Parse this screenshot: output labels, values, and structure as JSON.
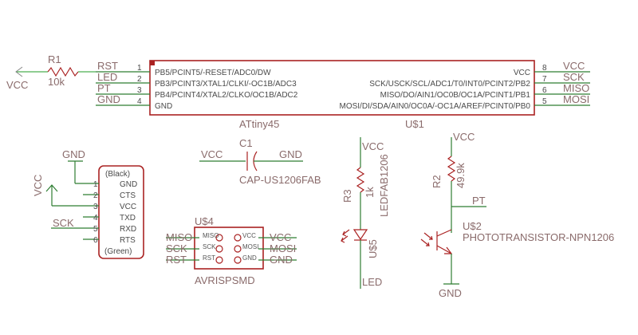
{
  "r1": {
    "name": "R1",
    "value": "10k",
    "supply": "VCC"
  },
  "attiny": {
    "name": "ATtiny45",
    "id": "U$1",
    "left_pins": [
      {
        "num": "1",
        "pin": "PB5/PCINT5/-RESET/ADC0/DW",
        "net": "RST"
      },
      {
        "num": "2",
        "pin": "PB3/PCINT3/XTAL1/CLKI/-OC1B/ADC3",
        "net": "LED"
      },
      {
        "num": "3",
        "pin": "PB4/PCINT4/XTAL2/CLKO/OC1B/ADC2",
        "net": "PT"
      },
      {
        "num": "4",
        "pin": "GND",
        "net": "GND"
      }
    ],
    "right_pins": [
      {
        "num": "8",
        "pin": "VCC",
        "net": "VCC"
      },
      {
        "num": "7",
        "pin": "SCK/USCK/SCL/ADC1/T0/INT0/PCINT2/PB2",
        "net": "SCK"
      },
      {
        "num": "6",
        "pin": "MISO/DO/AIN1/OC0B/OC1A/PCINT1/PB1",
        "net": "MISO"
      },
      {
        "num": "5",
        "pin": "MOSI/DI/SDA/AIN0/OC0A/-OC1A/AREF/PCINT0/PB0",
        "net": "MOSI"
      }
    ]
  },
  "ftdi": {
    "gnd_net": "GND",
    "vcc_net": "VCC",
    "sck_net": "SCK",
    "top_label": "(Black)",
    "bottom_label": "(Green)",
    "pins": [
      {
        "num": "1",
        "name": "GND"
      },
      {
        "num": "2",
        "name": "CTS"
      },
      {
        "num": "3",
        "name": "VCC"
      },
      {
        "num": "4",
        "name": "TXD"
      },
      {
        "num": "5",
        "name": "RXD"
      },
      {
        "num": "6",
        "name": "RTS"
      }
    ]
  },
  "c1": {
    "name": "C1",
    "value": "CAP-US1206FAB",
    "left_net": "VCC",
    "right_net": "GND"
  },
  "avr": {
    "id": "U$4",
    "name": "AVRISPSMD",
    "left_pins": [
      {
        "net": "MISO",
        "pin": "MISO"
      },
      {
        "net": "SCK",
        "pin": "SCK"
      },
      {
        "net": "RST",
        "pin": "RST"
      }
    ],
    "right_pins": [
      {
        "net": "VCC",
        "pin": "VCC"
      },
      {
        "net": "MOSI",
        "pin": "MOSI"
      },
      {
        "net": "GND",
        "pin": "GND"
      }
    ]
  },
  "led_branch": {
    "top_net": "VCC",
    "r_name": "R3",
    "r_value": "1k",
    "r_part": "LEDFAB1206",
    "led_name": "U$5",
    "bottom_net": "LED"
  },
  "pt_branch": {
    "top_net": "VCC",
    "r_name": "R2",
    "r_value": "49.9k",
    "mid_net": "PT",
    "q_name": "U$2",
    "q_part": "PHOTOTRANSISTOR-NPN1206",
    "bottom_net": "GND"
  },
  "colors": {
    "wire": "#4caf50",
    "body": "#aa2222",
    "text": "#8a6b6b"
  }
}
